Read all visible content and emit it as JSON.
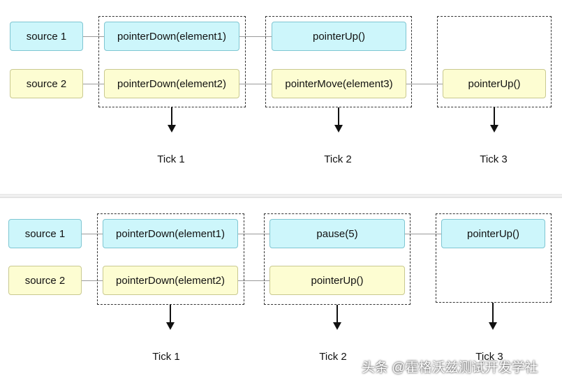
{
  "top": {
    "sources": [
      "source 1",
      "source 2"
    ],
    "tick1": [
      "pointerDown(element1)",
      "pointerDown(element2)"
    ],
    "tick2": [
      "pointerUp()",
      "pointerMove(element3)"
    ],
    "tick3": [
      "pointerUp()"
    ],
    "tick_labels": [
      "Tick 1",
      "Tick 2",
      "Tick 3"
    ]
  },
  "bottom": {
    "sources": [
      "source 1",
      "source 2"
    ],
    "tick1": [
      "pointerDown(element1)",
      "pointerDown(element2)"
    ],
    "tick2": [
      "pause(5)",
      "pointerUp()"
    ],
    "tick3": [
      "pointerUp()"
    ],
    "tick_labels": [
      "Tick 1",
      "Tick 2",
      "Tick 3"
    ]
  },
  "watermark": "头条 @霍格沃兹测试开发学社",
  "colors": {
    "cyan_fill": "#cdf6fb",
    "yellow_fill": "#fdfdd2"
  }
}
